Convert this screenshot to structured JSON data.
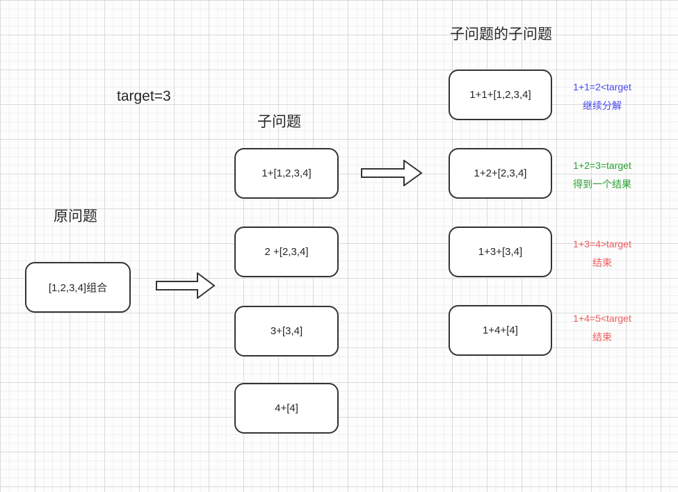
{
  "diagram": {
    "titles": {
      "sub_sub_problem": "子问题的子问题",
      "sub_problem": "子问题",
      "original_problem": "原问题",
      "target": "target=3"
    },
    "nodes": {
      "root": "[1,2,3,4]组合",
      "level1": [
        "1+[1,2,3,4]",
        "2 +[2,3,4]",
        "3+[3,4]",
        "4+[4]"
      ],
      "level2": [
        "1+1+[1,2,3,4]",
        "1+2+[2,3,4]",
        "1+3+[3,4]",
        "1+4+[4]"
      ]
    },
    "annotations": [
      {
        "line1": "1+1=2<target",
        "line2": "继续分解",
        "color": "#4848f0"
      },
      {
        "line1": "1+2=3=target",
        "line2": "得到一个结果",
        "color": "#24a32e"
      },
      {
        "line1": "1+3=4>target",
        "line2": "结束",
        "color": "#f25b5b"
      },
      {
        "line1": "1+4=5<target",
        "line2": "结束",
        "color": "#f25b5b"
      }
    ],
    "colors": {
      "ink": "#333333",
      "background": "#fdfdfd",
      "grid_minor": "#efefef",
      "grid_major": "#d9d9d9"
    }
  }
}
